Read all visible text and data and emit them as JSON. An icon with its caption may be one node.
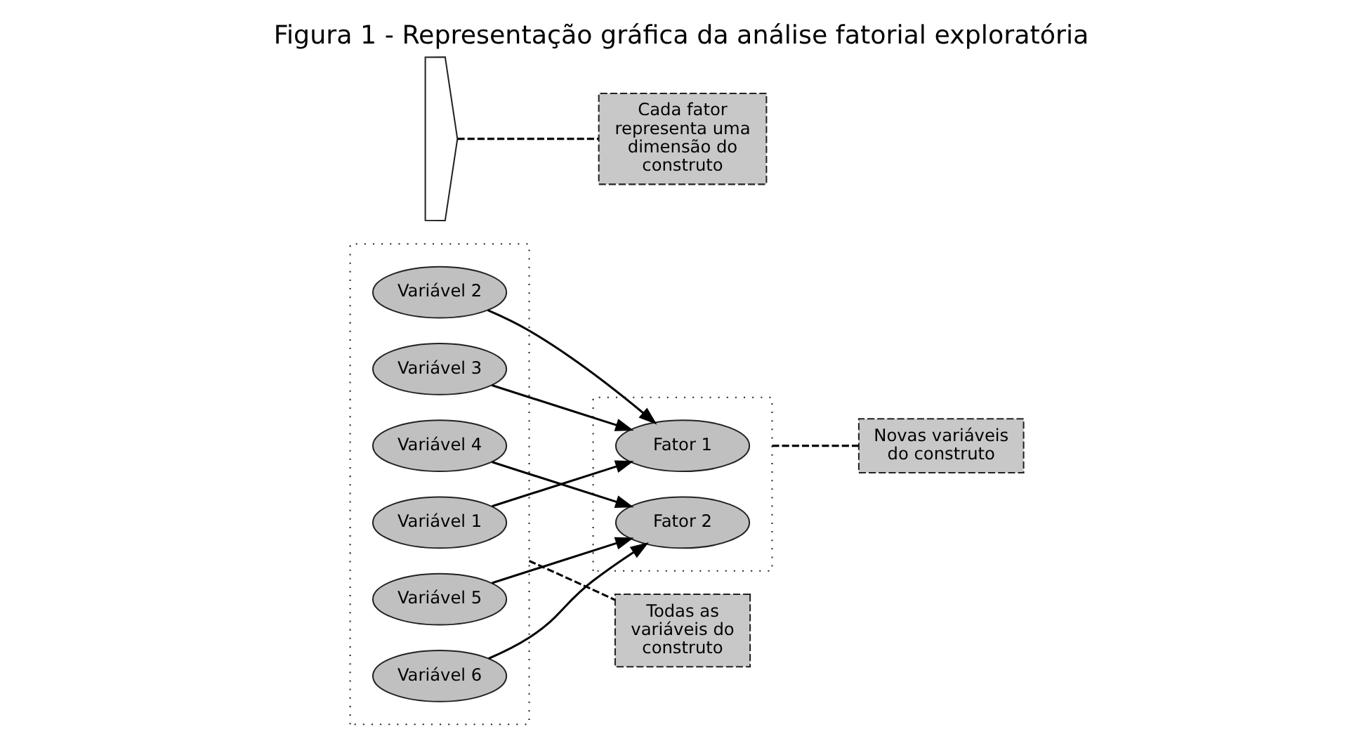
{
  "diagram": {
    "title": "Figura 1 - Representação gráfica da análise fatorial exploratória",
    "nodes": [
      {
        "text": [],
        "shape": "box"
      },
      {
        "text": [
          "Variável 1"
        ],
        "in": 0
      },
      {
        "text": [
          "Variável 2"
        ],
        "in": 0
      },
      {
        "text": [
          "Variável 3"
        ],
        "in": 0
      },
      {
        "text": [
          "Variável 4"
        ],
        "in": 0
      },
      {
        "text": [
          "Variável 5"
        ],
        "in": 0
      },
      {
        "text": [
          "Variável 6"
        ],
        "in": 0
      },
      {
        "text": [],
        "shape": "box"
      },
      {
        "text": [
          "Fator 1"
        ],
        "in": 7
      },
      {
        "text": [
          "Fator 2"
        ],
        "in": 7
      },
      {
        "text": [
          "Todas as variáveis do construto"
        ]
      },
      {
        "text": [],
        "shape": "brace"
      },
      {
        "text": [
          "Cada fator representa uma dimensão do construto"
        ]
      },
      {
        "text": [
          "Novas variáveis do construto"
        ]
      }
    ],
    "edges": [
      {
        "from": 1,
        "to": 8,
        "arrow": "to"
      },
      {
        "from": 2,
        "to": 8,
        "arrow": "to"
      },
      {
        "from": 3,
        "to": 8,
        "arrow": "to"
      },
      {
        "from": 4,
        "to": 9,
        "arrow": "to"
      },
      {
        "from": 5,
        "to": 9,
        "arrow": "to"
      },
      {
        "from": 6,
        "to": 9,
        "arrow": "to"
      },
      {
        "from": 0,
        "to": 10,
        "arrow": "none",
        "style": "dashed"
      },
      {
        "from": 11,
        "to": 12,
        "arrow": "none",
        "style": "dashed"
      },
      {
        "from": 7,
        "to": 13,
        "arrow": "none",
        "style": "dashed"
      }
    ]
  }
}
